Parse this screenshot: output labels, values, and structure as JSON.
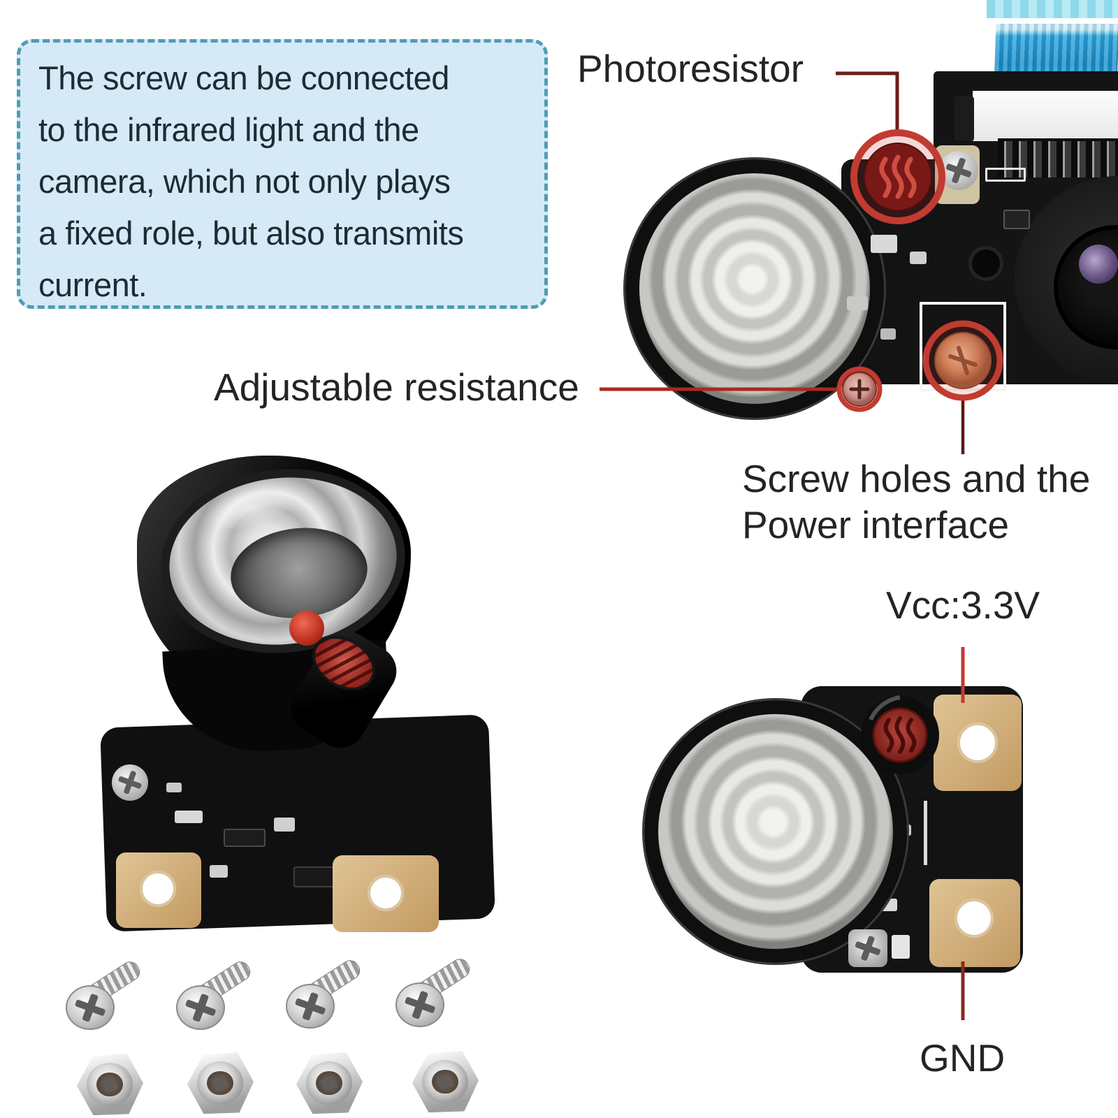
{
  "annotation": {
    "info_box": {
      "lines": [
        "The screw can be connected",
        "to the infrared light and the",
        "camera, which not only plays",
        "a fixed role, but also transmits",
        "current."
      ],
      "full_text": "The screw can be connected to the infrared light and the camera, which not only plays a fixed role, but also transmits current."
    },
    "labels": {
      "photoresistor": "Photoresistor",
      "adjustable_resistance": "Adjustable resistance",
      "screw_holes_line1": "Screw holes and the",
      "screw_holes_line2": "Power interface",
      "vcc": "Vcc:3.3V",
      "gnd": "GND"
    },
    "colors": {
      "info_box_bg": "#d5e9f7",
      "info_box_border": "#4e9db4",
      "label_text": "#242424",
      "leader_dark_red": "#6e1b1b",
      "leader_red": "#c23b30",
      "highlight_ring": "#c23b30",
      "ribbon_blue": "#1b8fca"
    }
  },
  "hardware": {
    "screw_count": 4,
    "nut_count": 4
  }
}
